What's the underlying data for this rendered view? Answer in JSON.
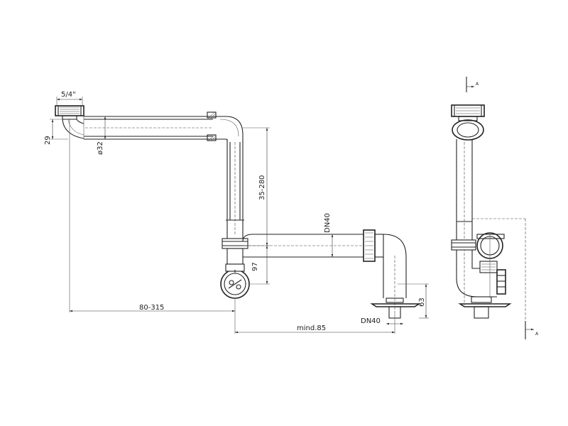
{
  "labels": {
    "thread": "5/4\"",
    "height_29": "29",
    "diameter_32": "ø32",
    "range_35_280": "35-280",
    "dn40_vertical": "DN40",
    "height_97": "97",
    "range_80_315": "80-315",
    "height_63": "63",
    "dn40_horizontal": "DN40",
    "min_85": "mind.85",
    "section_top": "A",
    "section_bottom": "A"
  },
  "colors": {
    "line": "#222222",
    "background": "#ffffff"
  }
}
